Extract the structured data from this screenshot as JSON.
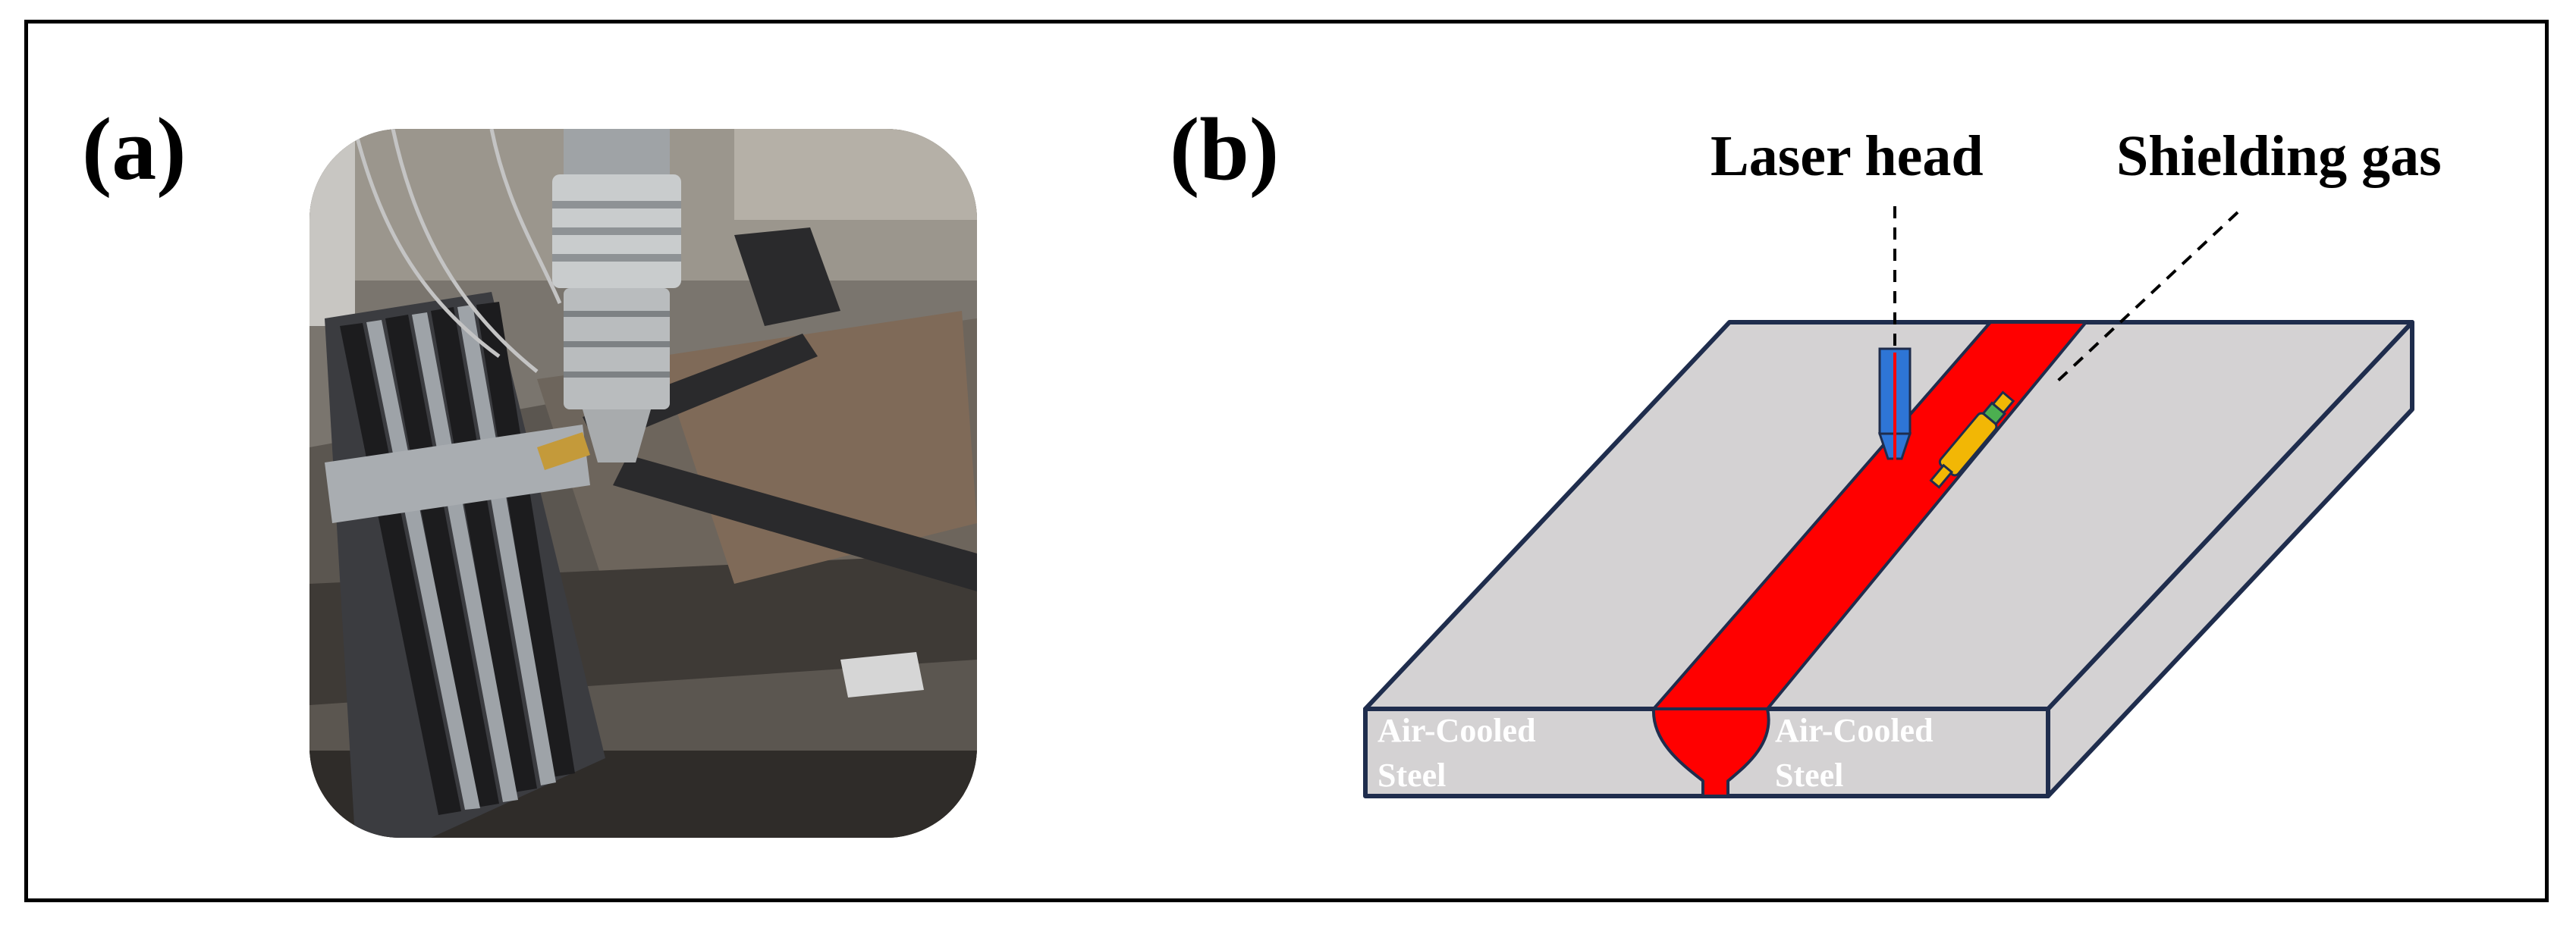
{
  "panels": {
    "a": {
      "label": "(a)"
    },
    "b": {
      "label": "(b)"
    }
  },
  "photo": {
    "icon": "welding-setup-photo"
  },
  "diagram": {
    "callouts": {
      "laser_head": "Laser head",
      "shielding_gas": "Shielding gas"
    },
    "materials": {
      "left": [
        "Air-Cooled",
        "Steel"
      ],
      "right": [
        "Air-Cooled",
        "Steel"
      ]
    },
    "colors": {
      "plate_top": "#d4d2d3",
      "plate_edge": "#1f2d4d",
      "weld_bead": "#ff0000",
      "laser_nozzle": "#2e75d6",
      "gas_nozzle": "#f2b705",
      "gas_band": "#4caf50"
    }
  }
}
